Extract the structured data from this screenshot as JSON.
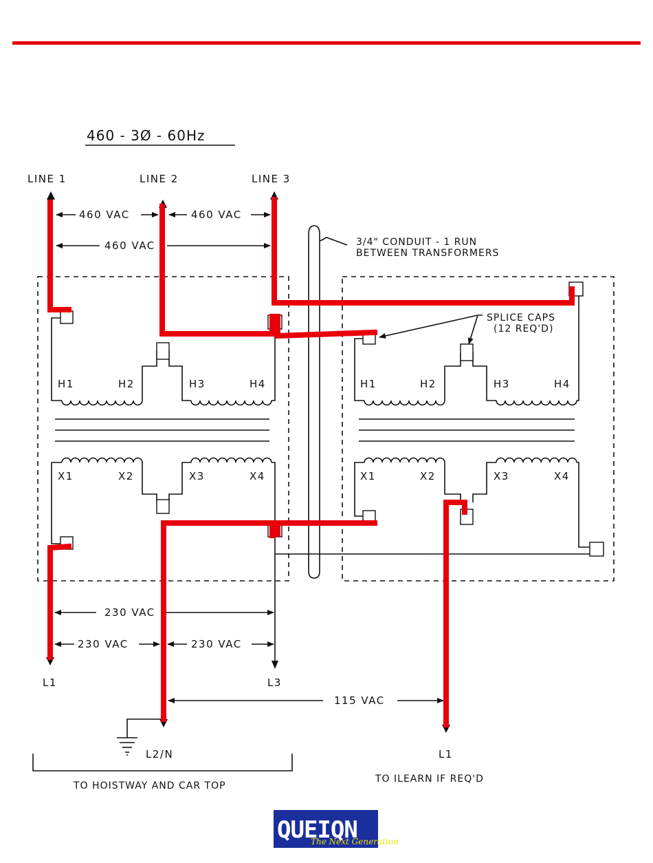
{
  "header": {
    "rule_color": "#e8000b"
  },
  "title": "460 - 3Ø - 60Hz",
  "lines": {
    "line1": "LINE 1",
    "line2": "LINE 2",
    "line3": "LINE 3"
  },
  "voltages": {
    "l1_l2": "460 VAC",
    "l2_l3": "460 VAC",
    "l1_l3": "460 VAC",
    "sec_l1_l3": "230 VAC",
    "sec_l1_l2": "230 VAC",
    "sec_l2_l3": "230 VAC",
    "l2_l1_right": "115 VAC"
  },
  "conduit_note": {
    "line1": "3/4\" CONDUIT - 1 RUN",
    "line2": "BETWEEN TRANSFORMERS"
  },
  "splice_note": {
    "line1": "SPLICE CAPS",
    "line2": "(12 REQ'D)"
  },
  "transformer_left": {
    "primary": [
      "H1",
      "H2",
      "H3",
      "H4"
    ],
    "secondary": [
      "X1",
      "X2",
      "X3",
      "X4"
    ]
  },
  "transformer_right": {
    "primary": [
      "H1",
      "H2",
      "H3",
      "H4"
    ],
    "secondary": [
      "X1",
      "X2",
      "X3",
      "X4"
    ]
  },
  "outputs": {
    "l1": "L1",
    "l3": "L3",
    "l2n": "L2/N",
    "right_l1": "L1"
  },
  "footer": {
    "left_caption": "TO HOISTWAY AND CAR TOP",
    "right_caption": "TO ILEARN IF REQ'D"
  },
  "logo": {
    "word": "QUEIQN",
    "tagline": "The Next Generation",
    "box_color": "#1a2f9c",
    "tagline_color": "#f2e400"
  },
  "colors": {
    "highlight_wire": "#e8000b",
    "line_art": "#111111"
  }
}
